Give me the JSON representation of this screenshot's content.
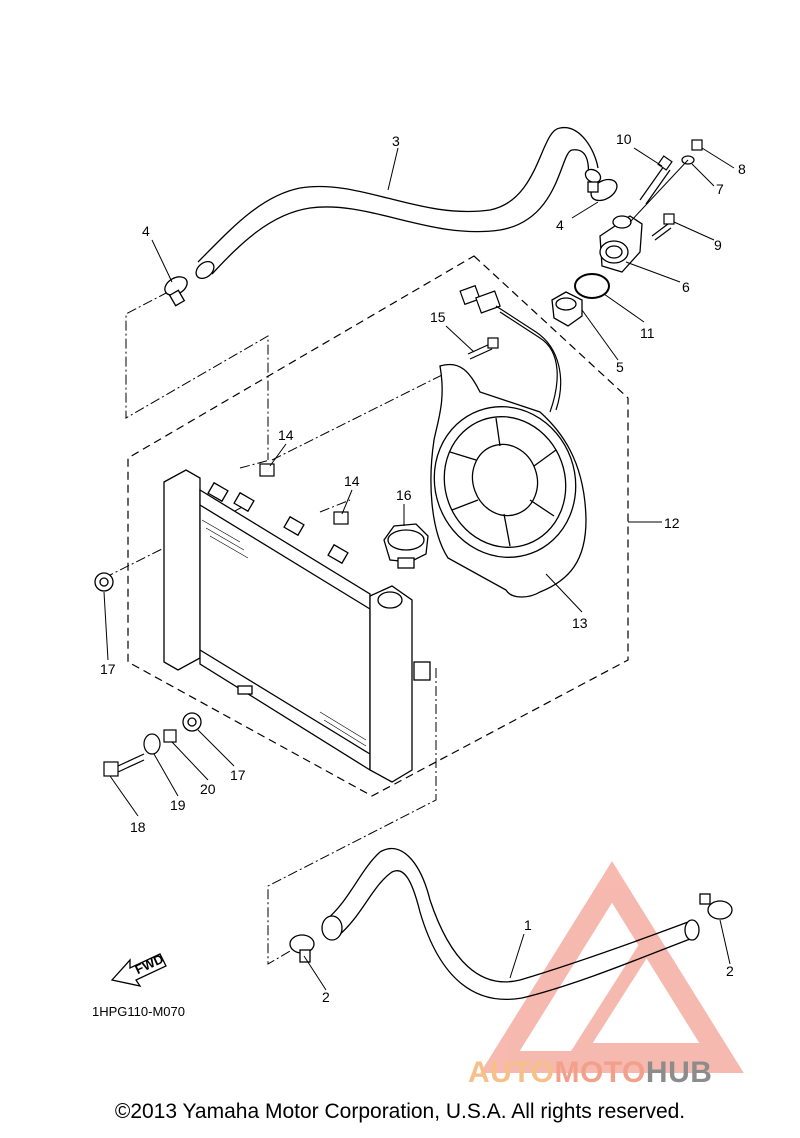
{
  "diagram": {
    "code": "1HPG110-M070",
    "fwd_label": "FWD",
    "callouts": {
      "c1": "1",
      "c2a": "2",
      "c2b": "2",
      "c3": "3",
      "c4a": "4",
      "c4b": "4",
      "c5": "5",
      "c6": "6",
      "c7": "7",
      "c8": "8",
      "c9": "9",
      "c10": "10",
      "c11": "11",
      "c12": "12",
      "c13": "13",
      "c14a": "14",
      "c14b": "14",
      "c15": "15",
      "c16": "16",
      "c17a": "17",
      "c17b": "17",
      "c18": "18",
      "c19": "19",
      "c20": "20"
    }
  },
  "watermark": {
    "part1": "AUTO",
    "part2": "MOTO",
    "part3": "HUB",
    "colors": {
      "triangle": "#f08070",
      "auto": "#f6c08a",
      "moto": "#f3a08a",
      "hub": "#8c8c8c"
    }
  },
  "footer": {
    "copyright": "©2013 Yamaha Motor Corporation, U.S.A. All rights reserved."
  }
}
